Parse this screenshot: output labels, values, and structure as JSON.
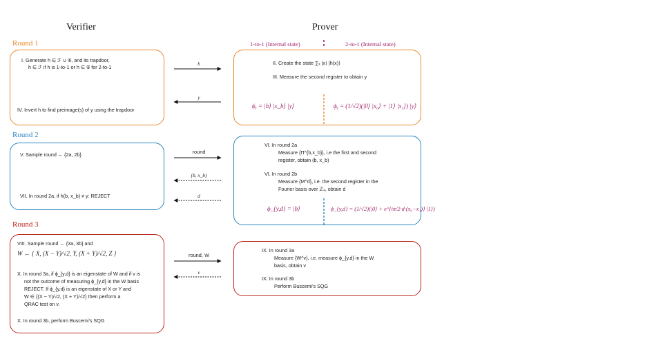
{
  "headers": {
    "verifier": "Verifier",
    "prover": "Prover"
  },
  "colors": {
    "round1": "#e8882b",
    "round2": "#2a86bf",
    "round3": "#b8261d",
    "magenta": "#a0226a"
  },
  "round1": {
    "label": "Round 1",
    "prover_sub_left": "1-to-1 (Internal state)",
    "prover_sub_right": "2-to-1 (Internal state)",
    "verifier": {
      "step1_line1": "I.  Generate h ∈ ℱ ∪ 𝒢, and its trapdoor,",
      "step1_line2": "h ∈ ℱ if h is 1-to-1 or h ∈ 𝒢 for 2-to-1",
      "step4": "IV.  Invert h to find preimage(s) of y using the trapdoor"
    },
    "arrows": {
      "forward": "h",
      "back": "y"
    },
    "prover": {
      "step2": "II.  Create the state  ∑ₓ |x⟩ |h(x)⟩",
      "step3": "III.  Measure the second register to obtain y",
      "state_left": "ϕᵧ = |b⟩ |x_b⟩ |y⟩",
      "state_right": "ϕᵧ = (1/√2)(|0⟩ |x₀⟩ + |1⟩ |x₁⟩) |y⟩"
    }
  },
  "round2": {
    "label": "Round 2",
    "verifier": {
      "step5": "V.  Sample round ← {2a, 2b}",
      "step7": "VII.  In round 2a, if h(b, x_b) ≠ y: REJECT"
    },
    "arrows": {
      "forward": "round",
      "back1": "(b, x_b)",
      "back2": "d"
    },
    "prover": {
      "s6a_title": "VI.  In round 2a",
      "s6a_line1": "Measure {Π^{b,x_b}}, i.e the first and second",
      "s6a_line2": "register, obtain  (b, x_b)",
      "s6b_title": "VI.  In round 2b",
      "s6b_line1": "Measure {M^d}, i.e. the second register in the",
      "s6b_line2": "Fourier basis over ℤ₄, obtain d",
      "state_left": "ϕ_{y,d} = |b⟩",
      "state_right": "ϕ_{y,d} = (1/√2)(|0⟩ + e^{iπ/2·d·(x₀−x₁)} |1⟩)"
    }
  },
  "round3": {
    "label": "Round 3",
    "verifier": {
      "step8_line1": "VIII.  Sample round ← {3a, 3b} and",
      "step8_line2": "W ← { X, (X − Y)/√2, Y, (X + Y)/√2, Z }",
      "x_line1": "X.  In round 3a, if ϕ_{y,d} is an eigenstate of W and if v is",
      "x_line2": "not the outcome of measuring ϕ_{y,d} in the W basis",
      "x_line3": "REJECT. If ϕ_{y,d} is an eigenstate of X or Y and",
      "x_line4": "W ∈ {(X − Y)/√2, (X + Y)/√2} then perform a",
      "x_line5": "QRAC test on v.",
      "x_last": "X.  In round 3b, perform Buscemi's SQG"
    },
    "arrows": {
      "forward": "round, W",
      "back": "v"
    },
    "prover": {
      "s9a_title": "IX.  In round 3a",
      "s9a_line1": "Measure {W^v}, i.e. measure ϕ_{y,d} in the W",
      "s9a_line2": "basis, obtain v",
      "s9b_title": "IX.  In round 3b",
      "s9b_line1": "Perform Buscemi's SQG"
    }
  }
}
